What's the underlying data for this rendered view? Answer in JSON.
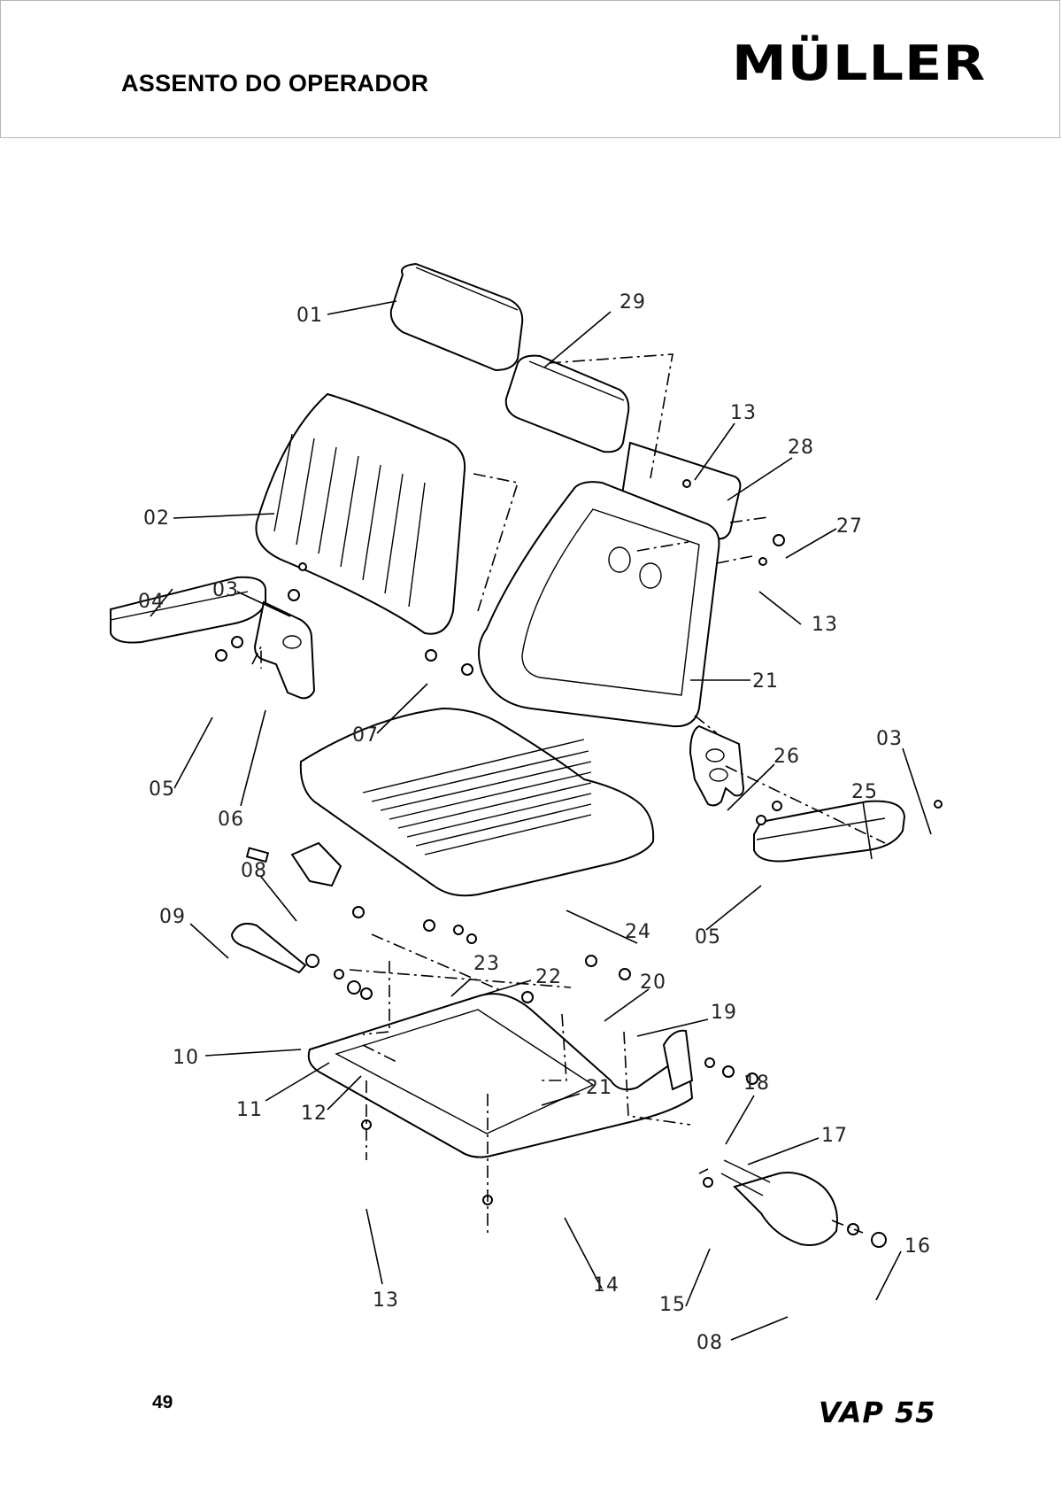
{
  "header": {
    "title": "ASSENTO DO OPERADOR",
    "brand": "MÜLLER"
  },
  "footer": {
    "page_number": "49",
    "model": "VAP 55"
  },
  "diagram": {
    "labels": [
      "01",
      "29",
      "13",
      "28",
      "02",
      "27",
      "04",
      "03",
      "13",
      "21",
      "07",
      "05",
      "06",
      "26",
      "03",
      "25",
      "08",
      "24",
      "05",
      "09",
      "23",
      "22",
      "20",
      "19",
      "10",
      "11",
      "12",
      "21",
      "18",
      "17",
      "16",
      "13",
      "14",
      "15",
      "08"
    ]
  }
}
